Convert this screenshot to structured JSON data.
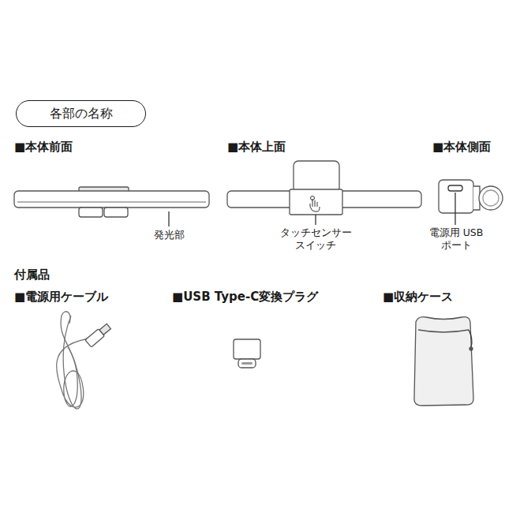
{
  "diagram": {
    "nodes": [
      {
        "text": [
          "各部の名称"
        ]
      }
    ],
    "labels": [
      "■本体前面",
      "■本体上面",
      "■本体側面",
      "発光部",
      "タッチセンサー スイッチ",
      "電源用 USBポート",
      "付属品",
      "■電源用ケーブル",
      "■USB Type-C変換プラグ",
      "■収納ケース"
    ]
  }
}
